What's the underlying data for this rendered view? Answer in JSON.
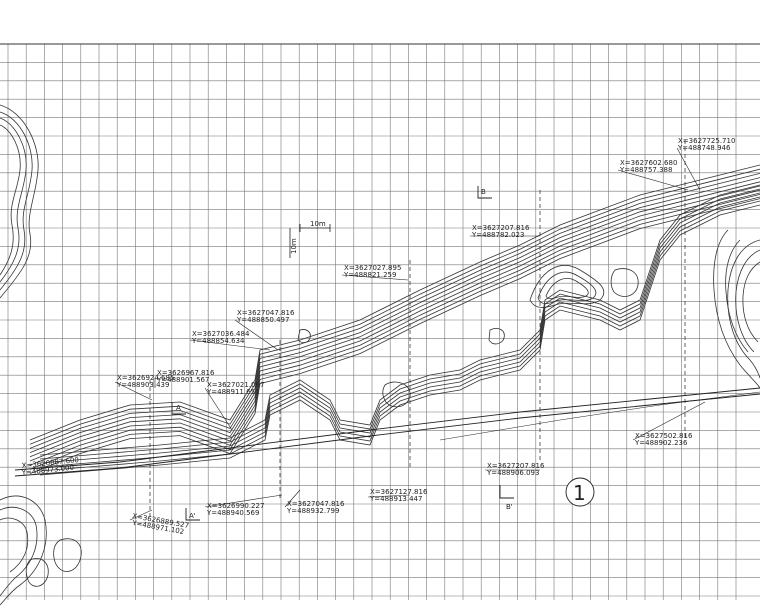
{
  "scale_label": "10m",
  "scale_label_vertical": "10m",
  "sheet_number": "1",
  "section_marks": [
    {
      "id": "sec-b-top",
      "text": "B"
    },
    {
      "id": "sec-b-bottom",
      "text": "B'"
    },
    {
      "id": "sec-a-top",
      "text": "A"
    },
    {
      "id": "sec-a-bottom",
      "text": "A'"
    }
  ],
  "coordinates": [
    {
      "id": "c1",
      "x": "X=3627725.710",
      "y": "Y=488748.946"
    },
    {
      "id": "c2",
      "x": "X=3627602.680",
      "y": "Y=488757.388"
    },
    {
      "id": "c3",
      "x": "X=3627207.816",
      "y": "Y=488782.023"
    },
    {
      "id": "c4",
      "x": "X=3627027.895",
      "y": "Y=488821.259"
    },
    {
      "id": "c5",
      "x": "X=3627047.816",
      "y": "Y=488850.497"
    },
    {
      "id": "c6",
      "x": "X=3627036.484",
      "y": "Y=488854.634"
    },
    {
      "id": "c7",
      "x": "X=3626967.816",
      "y": "Y=488901.567"
    },
    {
      "id": "c8",
      "x": "X=3626924.685",
      "y": "Y=488903.439"
    },
    {
      "id": "c9",
      "x": "X=3627021.067",
      "y": "Y=488911.651"
    },
    {
      "id": "c10",
      "x": "X=3627502.816",
      "y": "Y=488902.236"
    },
    {
      "id": "c11",
      "x": "X=3627207.816",
      "y": "Y=488906.093"
    },
    {
      "id": "c12",
      "x": "X=3627127.816",
      "y": "Y=488913.447"
    },
    {
      "id": "c13",
      "x": "X=3627047.816",
      "y": "Y=488932.799"
    },
    {
      "id": "c14",
      "x": "X=3626990.227",
      "y": "Y=488940.569"
    },
    {
      "id": "c15",
      "x": "X=3626889.527",
      "y": "Y=488971.102"
    },
    {
      "id": "c16",
      "x": "X=3626887.600",
      "y": "Y=488973.000"
    }
  ]
}
